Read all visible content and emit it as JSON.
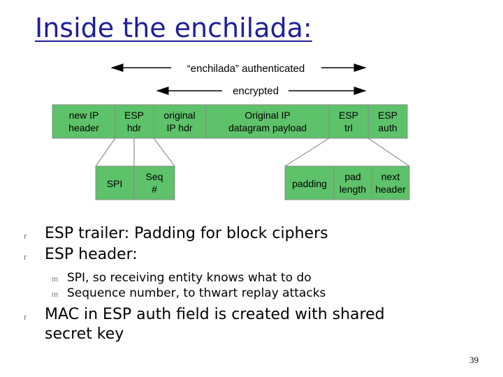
{
  "title": "Inside the enchilada:",
  "arrows": {
    "authenticated": "“enchilada” authenticated",
    "encrypted": "encrypted"
  },
  "packet_fields": {
    "new_ip_header": [
      "new IP",
      "header"
    ],
    "esp_hdr": [
      "ESP",
      "hdr"
    ],
    "original_ip_hdr": [
      "original",
      "IP hdr"
    ],
    "payload": [
      "Original IP",
      "datagram payload"
    ],
    "esp_trl": [
      "ESP",
      "trl"
    ],
    "esp_auth": [
      "ESP",
      "auth"
    ]
  },
  "sub_fields": {
    "spi": "SPI",
    "seq": [
      "Seq",
      "#"
    ],
    "padding": "padding",
    "pad_length": [
      "pad",
      "length"
    ],
    "next_header": [
      "next",
      "header"
    ]
  },
  "colors": {
    "green": "#5ec26a",
    "title": "#1f1f9a"
  },
  "bullets": [
    "ESP trailer: Padding for block ciphers",
    "ESP header:"
  ],
  "sub_bullets": [
    "SPI, so receiving entity knows what to do",
    "Sequence number, to thwart replay attacks"
  ],
  "bullet3": [
    "MAC in ESP auth field is created with shared",
    "secret key"
  ],
  "bullet_marker": "r",
  "sub_bullet_marker": "m",
  "page_number": "39"
}
